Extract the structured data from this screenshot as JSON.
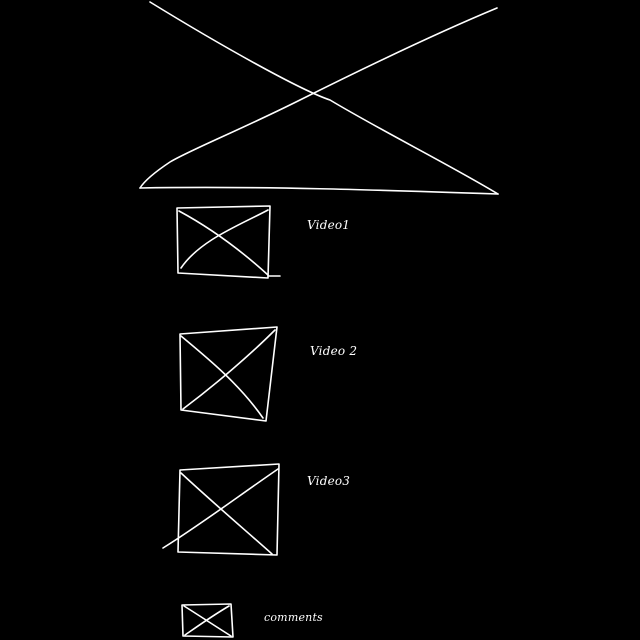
{
  "colors": {
    "background": "#000000",
    "stroke": "#ffffff"
  },
  "main_video": {
    "icon": "image-placeholder-icon"
  },
  "videos": [
    {
      "label": "Video1",
      "icon": "image-placeholder-icon"
    },
    {
      "label": "Video 2",
      "icon": "image-placeholder-icon"
    },
    {
      "label": "Video3",
      "icon": "image-placeholder-icon"
    }
  ],
  "comments": {
    "label": "comments",
    "icon": "image-placeholder-icon"
  }
}
